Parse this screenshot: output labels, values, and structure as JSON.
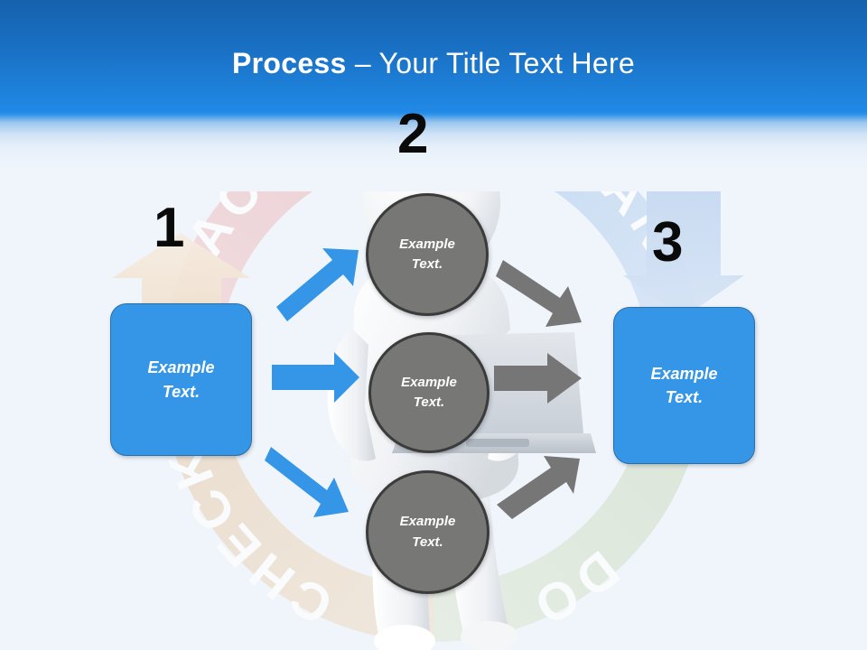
{
  "slide": {
    "background_color": "#f0f5fb",
    "accent_blue": "#3596e8",
    "header_blue_top": "#1561ad",
    "header_blue_bottom": "#2089e5",
    "circle_gray": "#777776",
    "circle_border": "#3b3b3b",
    "arrow_blue": "#3596e8",
    "arrow_gray": "#767676",
    "number_color": "#0a0a0a"
  },
  "header": {
    "title_bold": "Process",
    "title_separator": " – ",
    "title_light": "Your Title Text Here"
  },
  "steps": [
    {
      "number": "1",
      "label_line1": "Example",
      "label_line2": "Text.",
      "shape": "rounded-rect"
    },
    {
      "number": "2",
      "label_line1": "Example",
      "label_line2": "Text.",
      "shape": "none"
    },
    {
      "number": "3",
      "label_line1": "Example",
      "label_line2": "Text.",
      "shape": "rounded-rect"
    }
  ],
  "nodes": {
    "left_box": {
      "line1": "Example",
      "line2": "Text."
    },
    "right_box": {
      "line1": "Example",
      "line2": "Text."
    },
    "circle_top": {
      "line1": "Example",
      "line2": "Text."
    },
    "circle_middle": {
      "line1": "Example",
      "line2": "Text."
    },
    "circle_bottom": {
      "line1": "Example",
      "line2": "Text."
    }
  },
  "ring": {
    "segments": [
      {
        "name": "plan",
        "label": "PLAN",
        "color": "#b9d4f0",
        "visible_text": "LAN"
      },
      {
        "name": "do",
        "label": "DO",
        "color": "#ccdcc0",
        "visible_text": "OO"
      },
      {
        "name": "check",
        "label": "CHECK",
        "color": "#ecdcc6",
        "visible_text": "CH"
      },
      {
        "name": "act",
        "label": "ACT",
        "color": "#eec9c9",
        "visible_text": ""
      }
    ]
  },
  "arrows": [
    {
      "name": "left-to-top",
      "color": "#3596e8",
      "direction": "up-right"
    },
    {
      "name": "left-to-middle",
      "color": "#3596e8",
      "direction": "right"
    },
    {
      "name": "left-to-bottom",
      "color": "#3596e8",
      "direction": "down-right"
    },
    {
      "name": "top-to-right",
      "color": "#767676",
      "direction": "down-right"
    },
    {
      "name": "middle-to-right",
      "color": "#767676",
      "direction": "right"
    },
    {
      "name": "bottom-to-right",
      "color": "#767676",
      "direction": "up-right"
    }
  ],
  "graphics": {
    "figure": "3d-person-with-laptop",
    "big_arrow_left": "up-arrow-beige",
    "big_arrow_right": "down-arrow-lightblue"
  }
}
